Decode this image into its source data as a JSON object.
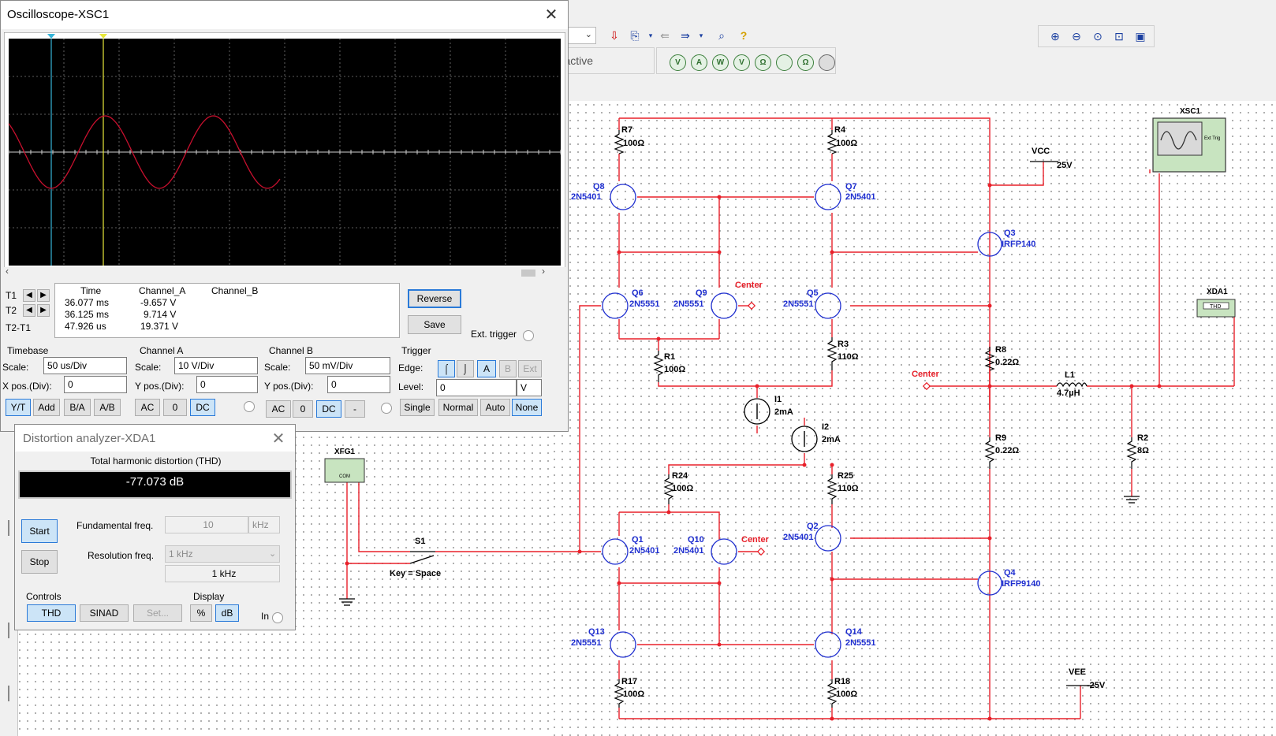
{
  "toolbar": {
    "interactive_label": "eractive",
    "ir_buttons": [
      "V",
      "A",
      "W",
      "V",
      "Ω",
      "",
      "Ω",
      ""
    ],
    "zoom_icons": [
      "zoom-in-icon",
      "zoom-out-icon",
      "zoom-area-icon",
      "zoom-fit-icon",
      "full-screen-icon"
    ]
  },
  "oscilloscope": {
    "title": "Oscilloscope-XSC1",
    "readout": {
      "headers": [
        "Time",
        "Channel_A",
        "Channel_B"
      ],
      "rows": [
        {
          "label": "T1",
          "time": "36.077 ms",
          "cha": "-9.657 V",
          "chb": ""
        },
        {
          "label": "T2",
          "time": "36.125 ms",
          "cha": "9.714 V",
          "chb": ""
        },
        {
          "label": "T2-T1",
          "time": "47.926 us",
          "cha": "19.371 V",
          "chb": ""
        }
      ]
    },
    "reverse_label": "Reverse",
    "save_label": "Save",
    "ext_trigger_label": "Ext. trigger",
    "timebase": {
      "title": "Timebase",
      "scale_label": "Scale:",
      "scale": "50 us/Div",
      "xpos_label": "X pos.(Div):",
      "xpos": "0",
      "buttons": [
        "Y/T",
        "Add",
        "B/A",
        "A/B"
      ]
    },
    "channel_a": {
      "title": "Channel A",
      "scale_label": "Scale:",
      "scale": "10  V/Div",
      "ypos_label": "Y pos.(Div):",
      "ypos": "0",
      "buttons": [
        "AC",
        "0",
        "DC"
      ]
    },
    "channel_b": {
      "title": "Channel B",
      "scale_label": "Scale:",
      "scale": "50 mV/Div",
      "ypos_label": "Y pos.(Div):",
      "ypos": "0",
      "buttons": [
        "AC",
        "0",
        "DC",
        "-"
      ]
    },
    "trigger": {
      "title": "Trigger",
      "edge_label": "Edge:",
      "level_label": "Level:",
      "level": "0",
      "level_unit": "V",
      "edge_buttons": [
        "A",
        "B",
        "Ext"
      ],
      "mode_buttons": [
        "Single",
        "Normal",
        "Auto",
        "None"
      ]
    }
  },
  "distortion": {
    "title": "Distortion analyzer-XDA1",
    "thd_label": "Total harmonic distortion (THD)",
    "thd_value": "-77.073 dB",
    "start_label": "Start",
    "stop_label": "Stop",
    "fund_label": "Fundamental freq.",
    "fund_value": "10",
    "fund_unit": "kHz",
    "res_label": "Resolution freq.",
    "res_value": "1 kHz",
    "res_display": "1 kHz",
    "controls_label": "Controls",
    "display_label": "Display",
    "thd_btn": "THD",
    "sinad_btn": "SINAD",
    "set_btn": "Set...",
    "pct_btn": "%",
    "db_btn": "dB",
    "in_label": "In"
  },
  "schematic": {
    "parts": {
      "xsc1": "XSC1",
      "xda1": "XDA1",
      "xfg1": "XFG1",
      "thd_tag": "THD",
      "ext_trig": "Ext Trig",
      "com": "COM",
      "vcc": "VCC",
      "vcc_val": "25V",
      "vee": "VEE",
      "vee_val": "-25V",
      "r7": "R7",
      "r7v": "100Ω",
      "r4": "R4",
      "r4v": "100Ω",
      "q8": "Q8",
      "q8t": "2N5401",
      "q7": "Q7",
      "q7t": "2N5401",
      "q3": "Q3",
      "q3t": "IRFP140",
      "q6": "Q6",
      "q6t": "2N5551",
      "q9": "Q9",
      "q9t": "2N5551",
      "center1": "Center",
      "q5": "Q5",
      "q5t": "2N5551",
      "r1": "R1",
      "r1v": "100Ω",
      "r3": "R3",
      "r3v": "110Ω",
      "r8": "R8",
      "r8v": "0.22Ω",
      "center2": "Center",
      "l1": "L1",
      "l1v": "4.7µH",
      "i1": "I1",
      "i1v": "2mA",
      "i2": "I2",
      "i2v": "2mA",
      "r9": "R9",
      "r9v": "0.22Ω",
      "r2": "R2",
      "r2v": "8Ω",
      "r24": "R24",
      "r24v": "100Ω",
      "r25": "R25",
      "r25v": "110Ω",
      "s1": "S1",
      "key": "Key = Space",
      "q1": "Q1",
      "q1t": "2N5401",
      "q10": "Q10",
      "q10t": "2N5401",
      "center3": "Center",
      "q2": "Q2",
      "q2t": "2N5401",
      "q4": "Q4",
      "q4t": "IRFP9140",
      "q13": "Q13",
      "q13t": "2N5551",
      "q14": "Q14",
      "q14t": "2N5551",
      "r17": "R17",
      "r17v": "100Ω",
      "r18": "R18",
      "r18v": "100Ω"
    }
  },
  "colors": {
    "wire": "#e8202a",
    "part": "#1f2fd0",
    "trace": "#c8102e",
    "cursor1": "#35b4d8",
    "cursor2": "#e8e83a",
    "center": "#e8202a"
  }
}
